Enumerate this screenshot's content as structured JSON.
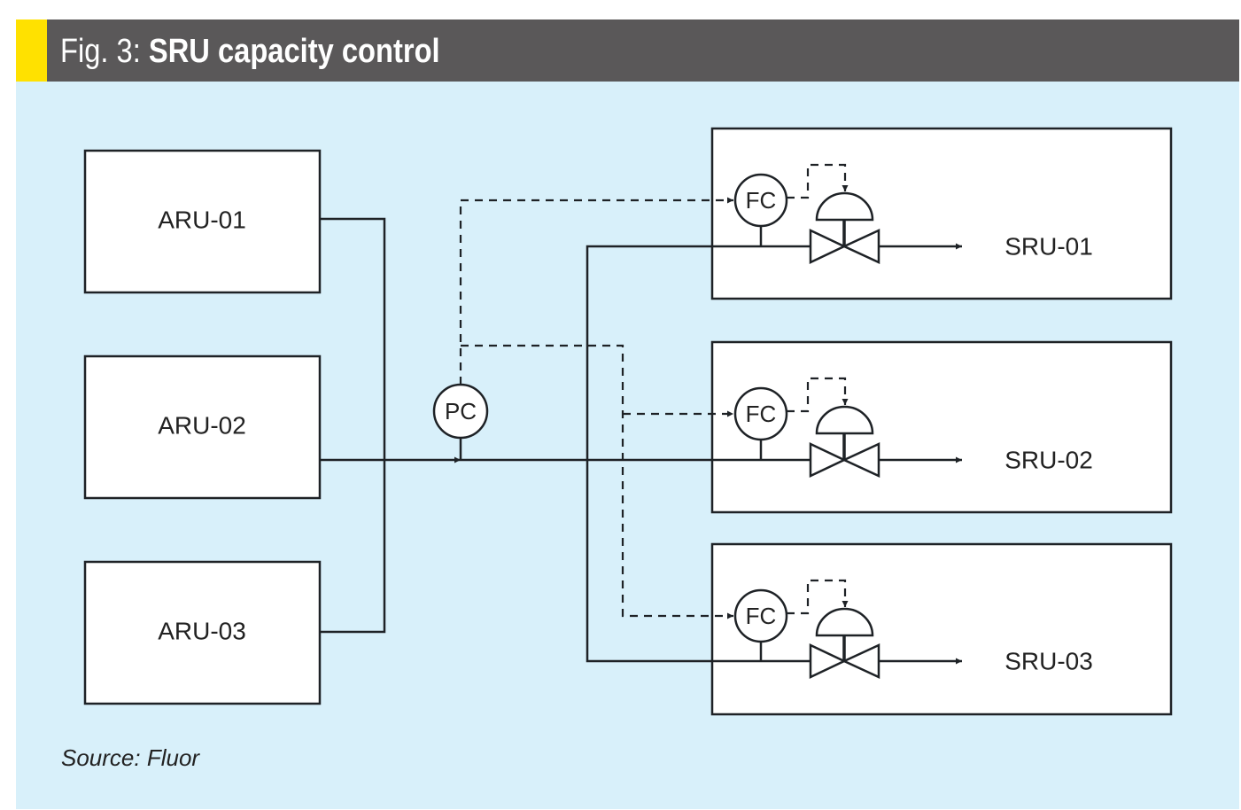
{
  "figure": {
    "prefix": "Fig. 3:",
    "title": "SRU capacity control",
    "source": "Source: Fluor"
  },
  "colors": {
    "accent": "#FFE100",
    "header_bg": "#5A5859",
    "panel_bg": "#D8F0FA",
    "box_fill": "#FFFFFF",
    "line": "#1E2226"
  },
  "nodes": {
    "aru": [
      {
        "id": "ARU-01",
        "label": "ARU-01"
      },
      {
        "id": "ARU-02",
        "label": "ARU-02"
      },
      {
        "id": "ARU-03",
        "label": "ARU-03"
      }
    ],
    "pressure_controller": {
      "label": "PC"
    },
    "sru": [
      {
        "id": "SRU-01",
        "label": "SRU-01",
        "controller": "FC"
      },
      {
        "id": "SRU-02",
        "label": "SRU-02",
        "controller": "FC"
      },
      {
        "id": "SRU-03",
        "label": "SRU-03",
        "controller": "FC"
      }
    ]
  },
  "edges": [
    {
      "from": "ARU-01",
      "to": "header",
      "type": "process"
    },
    {
      "from": "ARU-02",
      "to": "header",
      "type": "process"
    },
    {
      "from": "ARU-03",
      "to": "header",
      "type": "process"
    },
    {
      "from": "header",
      "to": "SRU-01",
      "type": "process"
    },
    {
      "from": "header",
      "to": "SRU-02",
      "type": "process"
    },
    {
      "from": "header",
      "to": "SRU-03",
      "type": "process"
    },
    {
      "from": "PC",
      "to": "FC (SRU-01)",
      "type": "signal"
    },
    {
      "from": "PC",
      "to": "FC (SRU-02)",
      "type": "signal"
    },
    {
      "from": "PC",
      "to": "FC (SRU-03)",
      "type": "signal"
    },
    {
      "from": "FC",
      "to": "control valve",
      "type": "signal"
    }
  ]
}
